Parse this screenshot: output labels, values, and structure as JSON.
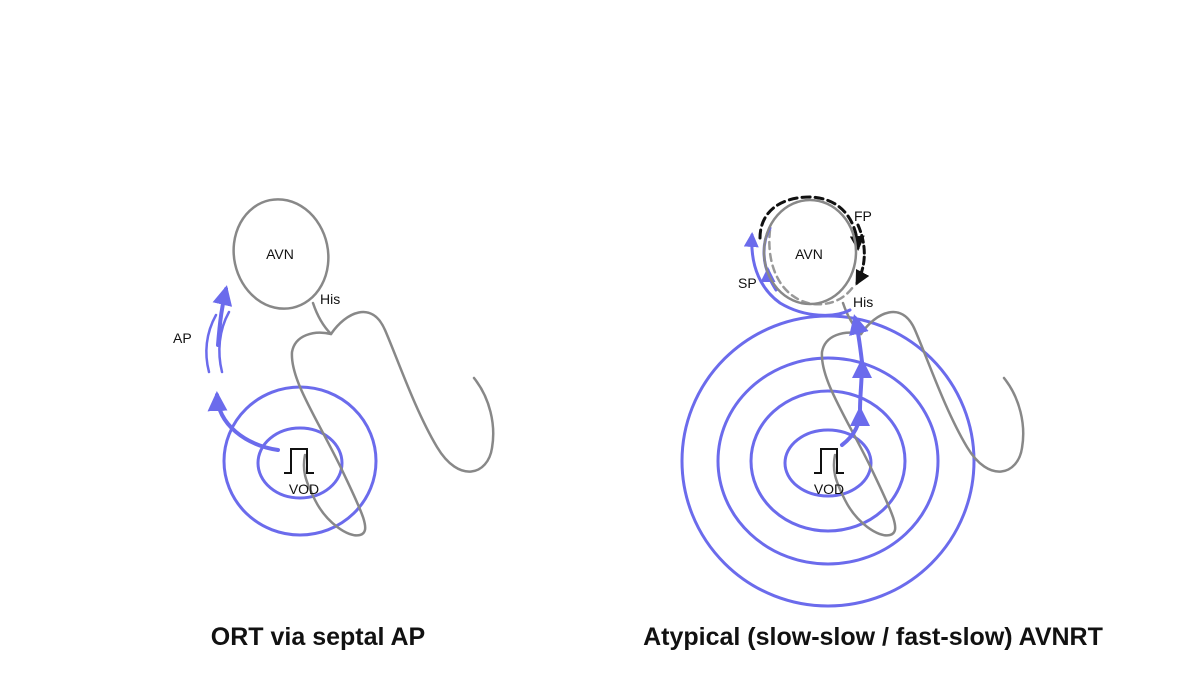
{
  "colors": {
    "wave": "#6b6bec",
    "anatomy": "#888888",
    "fast_pathway": "#111111",
    "slow_pathway_dash": "#999999"
  },
  "left_panel": {
    "labels": {
      "avn": "AVN",
      "his": "His",
      "ap": "AP",
      "vod": "VOD"
    },
    "caption": "ORT via septal AP"
  },
  "right_panel": {
    "labels": {
      "avn": "AVN",
      "his": "His",
      "fp": "FP",
      "sp": "SP",
      "vod": "VOD"
    },
    "caption": "Atypical (slow-slow / fast-slow) AVNRT"
  }
}
